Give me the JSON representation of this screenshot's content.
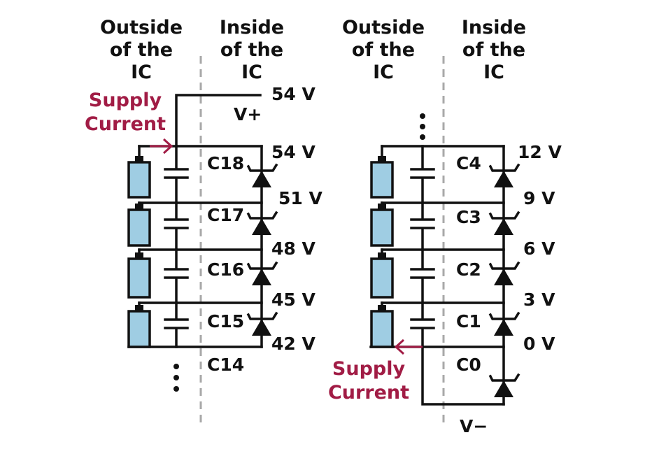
{
  "headers": {
    "left_outside": [
      "Outside",
      "of the",
      "IC"
    ],
    "left_inside": [
      "Inside",
      "of the",
      "IC"
    ],
    "right_outside": [
      "Outside",
      "of the",
      "IC"
    ],
    "right_inside": [
      "Inside",
      "of the",
      "IC"
    ]
  },
  "left": {
    "supply_label": [
      "Supply",
      "Current"
    ],
    "vplus_voltage": "54 V",
    "vplus_label": "V+",
    "channels": [
      "C18",
      "C17",
      "C16",
      "C15",
      "C14"
    ],
    "voltages": [
      "54 V",
      "51 V",
      "48 V",
      "45 V",
      "42 V"
    ]
  },
  "right": {
    "supply_label": [
      "Supply",
      "Current"
    ],
    "channels": [
      "C4",
      "C3",
      "C2",
      "C1",
      "C0"
    ],
    "voltages": [
      "12 V",
      "9 V",
      "6 V",
      "3 V",
      "0 V"
    ],
    "vminus_label": "V−"
  },
  "colors": {
    "accent": "#a11c45",
    "cell_fill": "#9fcde3",
    "divider": "#a8a8a8"
  }
}
